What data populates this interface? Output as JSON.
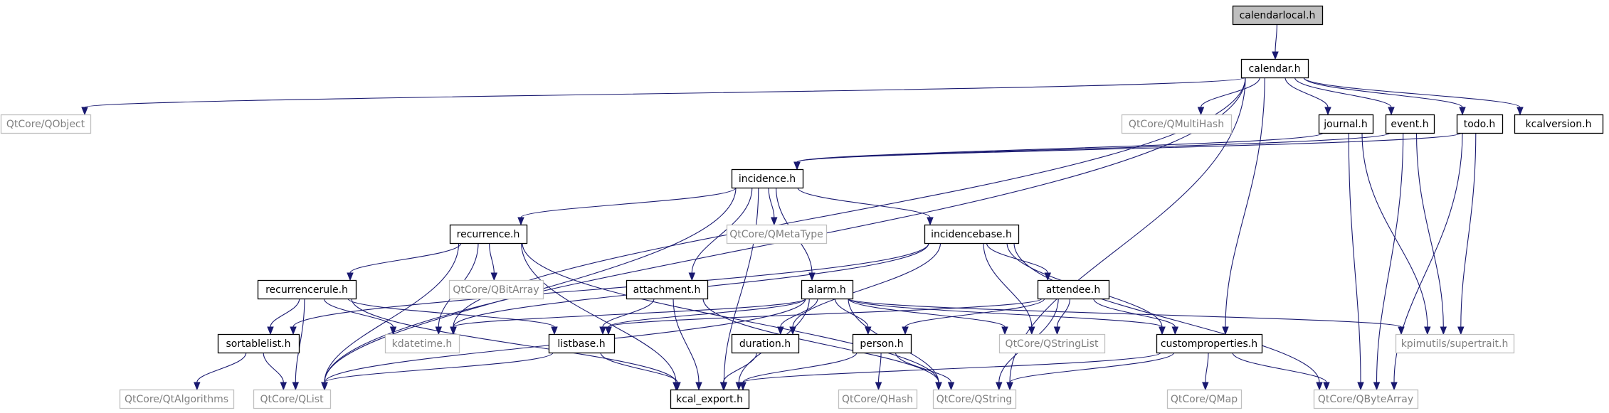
{
  "diagram": {
    "type": "include-dependency-graph",
    "colors": {
      "edge": "#191970",
      "root_fill": "#bfbfbf",
      "external_border": "#bfbfbf",
      "external_text": "#7f7f7f"
    },
    "nodes": [
      {
        "id": "calendarlocal",
        "label": "calendarlocal.h",
        "kind": "root"
      },
      {
        "id": "calendar",
        "label": "calendar.h",
        "kind": "local"
      },
      {
        "id": "qobject",
        "label": "QtCore/QObject",
        "kind": "external"
      },
      {
        "id": "qmultihash",
        "label": "QtCore/QMultiHash",
        "kind": "external"
      },
      {
        "id": "journal",
        "label": "journal.h",
        "kind": "local"
      },
      {
        "id": "event",
        "label": "event.h",
        "kind": "local"
      },
      {
        "id": "todo",
        "label": "todo.h",
        "kind": "local"
      },
      {
        "id": "kcalversion",
        "label": "kcalversion.h",
        "kind": "local"
      },
      {
        "id": "incidence",
        "label": "incidence.h",
        "kind": "local"
      },
      {
        "id": "recurrence",
        "label": "recurrence.h",
        "kind": "local"
      },
      {
        "id": "qmetatype",
        "label": "QtCore/QMetaType",
        "kind": "external"
      },
      {
        "id": "incidencebase",
        "label": "incidencebase.h",
        "kind": "local"
      },
      {
        "id": "recurrencerule",
        "label": "recurrencerule.h",
        "kind": "local"
      },
      {
        "id": "qbitarray",
        "label": "QtCore/QBitArray",
        "kind": "external"
      },
      {
        "id": "attachment",
        "label": "attachment.h",
        "kind": "local"
      },
      {
        "id": "alarm",
        "label": "alarm.h",
        "kind": "local"
      },
      {
        "id": "attendee",
        "label": "attendee.h",
        "kind": "local"
      },
      {
        "id": "sortablelist",
        "label": "sortablelist.h",
        "kind": "local"
      },
      {
        "id": "kdatetime",
        "label": "kdatetime.h",
        "kind": "external"
      },
      {
        "id": "listbase",
        "label": "listbase.h",
        "kind": "local"
      },
      {
        "id": "duration",
        "label": "duration.h",
        "kind": "local"
      },
      {
        "id": "person",
        "label": "person.h",
        "kind": "local"
      },
      {
        "id": "qstringlist",
        "label": "QtCore/QStringList",
        "kind": "external"
      },
      {
        "id": "customproperties",
        "label": "customproperties.h",
        "kind": "local"
      },
      {
        "id": "supertrait",
        "label": "kpimutils/supertrait.h",
        "kind": "external"
      },
      {
        "id": "qtalgorithms",
        "label": "QtCore/QtAlgorithms",
        "kind": "external"
      },
      {
        "id": "qlist",
        "label": "QtCore/QList",
        "kind": "external"
      },
      {
        "id": "kcal_export",
        "label": "kcal_export.h",
        "kind": "local"
      },
      {
        "id": "qhash",
        "label": "QtCore/QHash",
        "kind": "external"
      },
      {
        "id": "qstring",
        "label": "QtCore/QString",
        "kind": "external"
      },
      {
        "id": "qmap",
        "label": "QtCore/QMap",
        "kind": "external"
      },
      {
        "id": "qbytearray",
        "label": "QtCore/QByteArray",
        "kind": "external"
      }
    ],
    "edges": [
      {
        "from": "calendarlocal",
        "to": "calendar"
      },
      {
        "from": "calendar",
        "to": "qobject"
      },
      {
        "from": "calendar",
        "to": "qmultihash"
      },
      {
        "from": "calendar",
        "to": "journal"
      },
      {
        "from": "calendar",
        "to": "event"
      },
      {
        "from": "calendar",
        "to": "todo"
      },
      {
        "from": "calendar",
        "to": "kcalversion"
      },
      {
        "from": "calendar",
        "to": "qlist"
      },
      {
        "from": "calendar",
        "to": "kdatetime"
      },
      {
        "from": "calendar",
        "to": "customproperties"
      },
      {
        "from": "calendar",
        "to": "qstring"
      },
      {
        "from": "journal",
        "to": "incidence"
      },
      {
        "from": "journal",
        "to": "supertrait"
      },
      {
        "from": "journal",
        "to": "qbytearray"
      },
      {
        "from": "event",
        "to": "incidence"
      },
      {
        "from": "event",
        "to": "supertrait"
      },
      {
        "from": "event",
        "to": "qbytearray"
      },
      {
        "from": "todo",
        "to": "incidence"
      },
      {
        "from": "todo",
        "to": "supertrait"
      },
      {
        "from": "todo",
        "to": "qbytearray"
      },
      {
        "from": "incidence",
        "to": "recurrence"
      },
      {
        "from": "incidence",
        "to": "qmetatype"
      },
      {
        "from": "incidence",
        "to": "incidencebase"
      },
      {
        "from": "incidence",
        "to": "attachment"
      },
      {
        "from": "incidence",
        "to": "alarm"
      },
      {
        "from": "incidence",
        "to": "qlist"
      },
      {
        "from": "incidence",
        "to": "kcal_export"
      },
      {
        "from": "recurrence",
        "to": "recurrencerule"
      },
      {
        "from": "recurrence",
        "to": "qbitarray"
      },
      {
        "from": "recurrence",
        "to": "kdatetime"
      },
      {
        "from": "recurrence",
        "to": "qlist"
      },
      {
        "from": "recurrence",
        "to": "kcal_export"
      },
      {
        "from": "recurrence",
        "to": "qstring"
      },
      {
        "from": "incidencebase",
        "to": "attendee"
      },
      {
        "from": "incidencebase",
        "to": "sortablelist"
      },
      {
        "from": "incidencebase",
        "to": "kdatetime"
      },
      {
        "from": "incidencebase",
        "to": "duration"
      },
      {
        "from": "incidencebase",
        "to": "qstringlist"
      },
      {
        "from": "incidencebase",
        "to": "customproperties"
      },
      {
        "from": "incidencebase",
        "to": "qbytearray"
      },
      {
        "from": "recurrencerule",
        "to": "sortablelist"
      },
      {
        "from": "recurrencerule",
        "to": "kdatetime"
      },
      {
        "from": "recurrencerule",
        "to": "listbase"
      },
      {
        "from": "recurrencerule",
        "to": "qlist"
      },
      {
        "from": "recurrencerule",
        "to": "kcal_export"
      },
      {
        "from": "attachment",
        "to": "listbase"
      },
      {
        "from": "attachment",
        "to": "kcal_export"
      },
      {
        "from": "attachment",
        "to": "qstring"
      },
      {
        "from": "alarm",
        "to": "kdatetime"
      },
      {
        "from": "alarm",
        "to": "listbase"
      },
      {
        "from": "alarm",
        "to": "duration"
      },
      {
        "from": "alarm",
        "to": "person"
      },
      {
        "from": "alarm",
        "to": "qstringlist"
      },
      {
        "from": "alarm",
        "to": "customproperties"
      },
      {
        "from": "alarm",
        "to": "supertrait"
      },
      {
        "from": "alarm",
        "to": "qlist"
      },
      {
        "from": "alarm",
        "to": "kcal_export"
      },
      {
        "from": "alarm",
        "to": "qstring"
      },
      {
        "from": "attendee",
        "to": "person"
      },
      {
        "from": "attendee",
        "to": "qstringlist"
      },
      {
        "from": "attendee",
        "to": "customproperties"
      },
      {
        "from": "attendee",
        "to": "listbase"
      },
      {
        "from": "attendee",
        "to": "qstring"
      },
      {
        "from": "sortablelist",
        "to": "qtalgorithms"
      },
      {
        "from": "sortablelist",
        "to": "qlist"
      },
      {
        "from": "listbase",
        "to": "qlist"
      },
      {
        "from": "listbase",
        "to": "kcal_export"
      },
      {
        "from": "duration",
        "to": "kcal_export"
      },
      {
        "from": "person",
        "to": "kcal_export"
      },
      {
        "from": "person",
        "to": "qhash"
      },
      {
        "from": "person",
        "to": "qstring"
      },
      {
        "from": "customproperties",
        "to": "kcal_export"
      },
      {
        "from": "customproperties",
        "to": "qstring"
      },
      {
        "from": "customproperties",
        "to": "qmap"
      },
      {
        "from": "customproperties",
        "to": "qbytearray"
      }
    ]
  }
}
